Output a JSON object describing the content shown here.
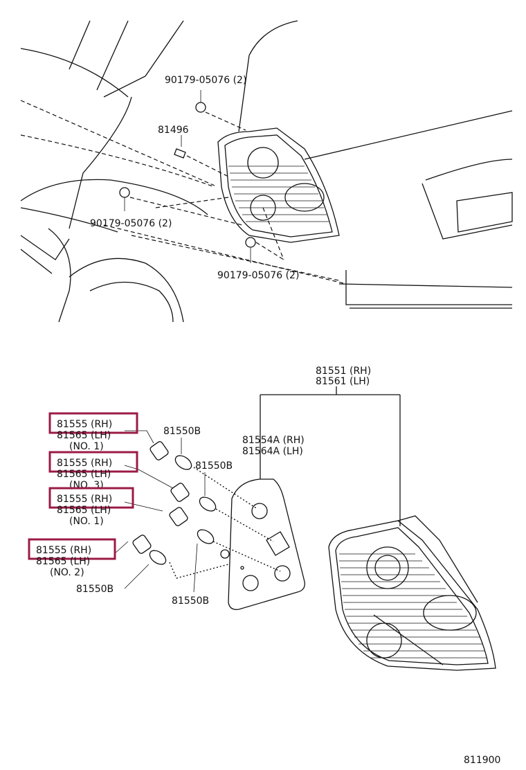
{
  "colors": {
    "highlight": "#9b1b44",
    "line": "#111111"
  },
  "labels": {
    "clip_top": "90179-05076 (2)",
    "screw": "81496",
    "clip_left": "90179-05076 (2)",
    "clip_bottom": "90179-05076 (2)",
    "assy_rh": "81551 (RH)",
    "assy_lh": "81561 (LH)",
    "plate_rh": "81554A (RH)",
    "plate_lh": "81564A (LH)",
    "socket1_rh": "81555 (RH)",
    "socket1_lh": "81565 (LH)",
    "socket1_no": "(NO. 1)",
    "socket2_rh": "81555 (RH)",
    "socket2_lh": "81565 (LH)",
    "socket2_no": "(NO. 3)",
    "socket3_rh": "81555 (RH)",
    "socket3_lh": "81565 (LH)",
    "socket3_no": "(NO. 1)",
    "socket4_rh": "81555 (RH)",
    "socket4_lh": "81565 (LH)",
    "socket4_no": "(NO. 2)",
    "bulb_a": "81550B",
    "bulb_b": "81550B",
    "bulb_c": "81550B",
    "bulb_d": "81550B",
    "figure_number": "811900"
  }
}
